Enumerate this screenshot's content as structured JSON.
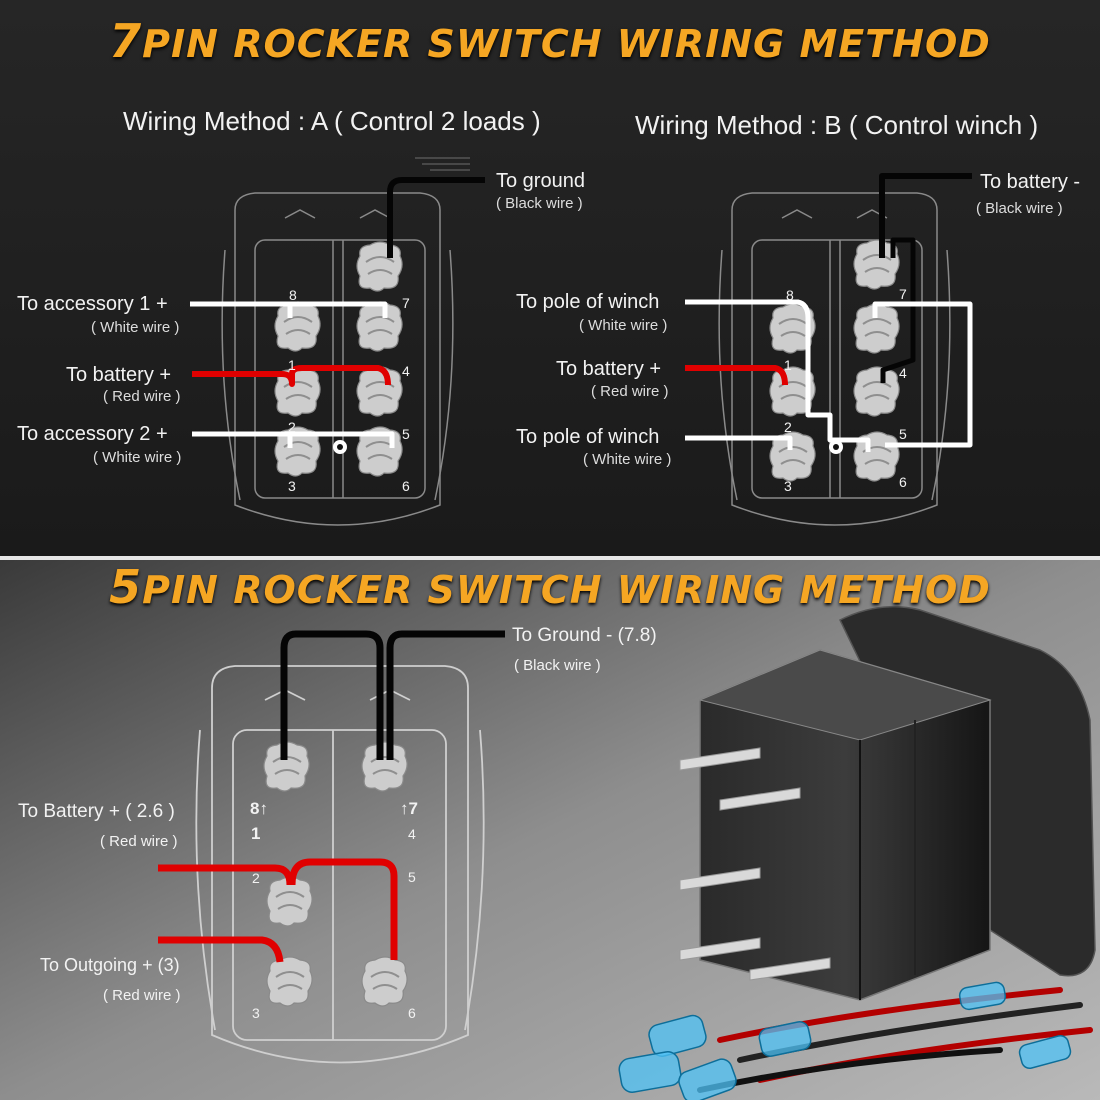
{
  "top": {
    "title_num": "7",
    "title_rest": "PIN ROCKER SWITCH WIRING METHOD",
    "method_a": {
      "heading": "Wiring Method : A ( Control 2 loads )",
      "ground": "To ground",
      "ground_wire": "( Black wire )",
      "acc1": "To accessory 1 +",
      "acc1_wire": "( White wire )",
      "battery": "To battery +",
      "battery_wire": "( Red wire )",
      "acc2": "To accessory 2 +",
      "acc2_wire": "( White wire )"
    },
    "method_b": {
      "heading": "Wiring Method : B ( Control winch )",
      "battery_neg": "To battery -",
      "battery_neg_wire": "( Black wire )",
      "pole1": "To pole of winch",
      "pole1_wire": "( White wire )",
      "battery": "To battery +",
      "battery_wire": "( Red wire )",
      "pole2": "To pole of winch",
      "pole2_wire": "( White wire )"
    },
    "pins": {
      "p1": "1",
      "p2": "2",
      "p3": "3",
      "p4": "4",
      "p5": "5",
      "p6": "6",
      "p7": "7",
      "p8": "8"
    }
  },
  "bottom": {
    "title_num": "5",
    "title_rest": "PIN ROCKER SWITCH WIRING METHOD",
    "ground": "To Ground - (7.8)",
    "ground_wire": "( Black wire )",
    "battery": "To Battery + ( 2.6 )",
    "battery_wire": "( Red wire )",
    "outgoing": "To Outgoing + (3)",
    "outgoing_wire": "( Red wire )",
    "pins": {
      "p8": "8",
      "p7": "7",
      "p1": "1",
      "p4": "4",
      "p2": "2",
      "p5": "5",
      "p3": "3",
      "p6": "6",
      "arrow": "↑"
    }
  },
  "colors": {
    "title": "#f5a623",
    "red_wire": "#e00000",
    "white_wire": "#ffffff",
    "black_wire": "#050505"
  }
}
